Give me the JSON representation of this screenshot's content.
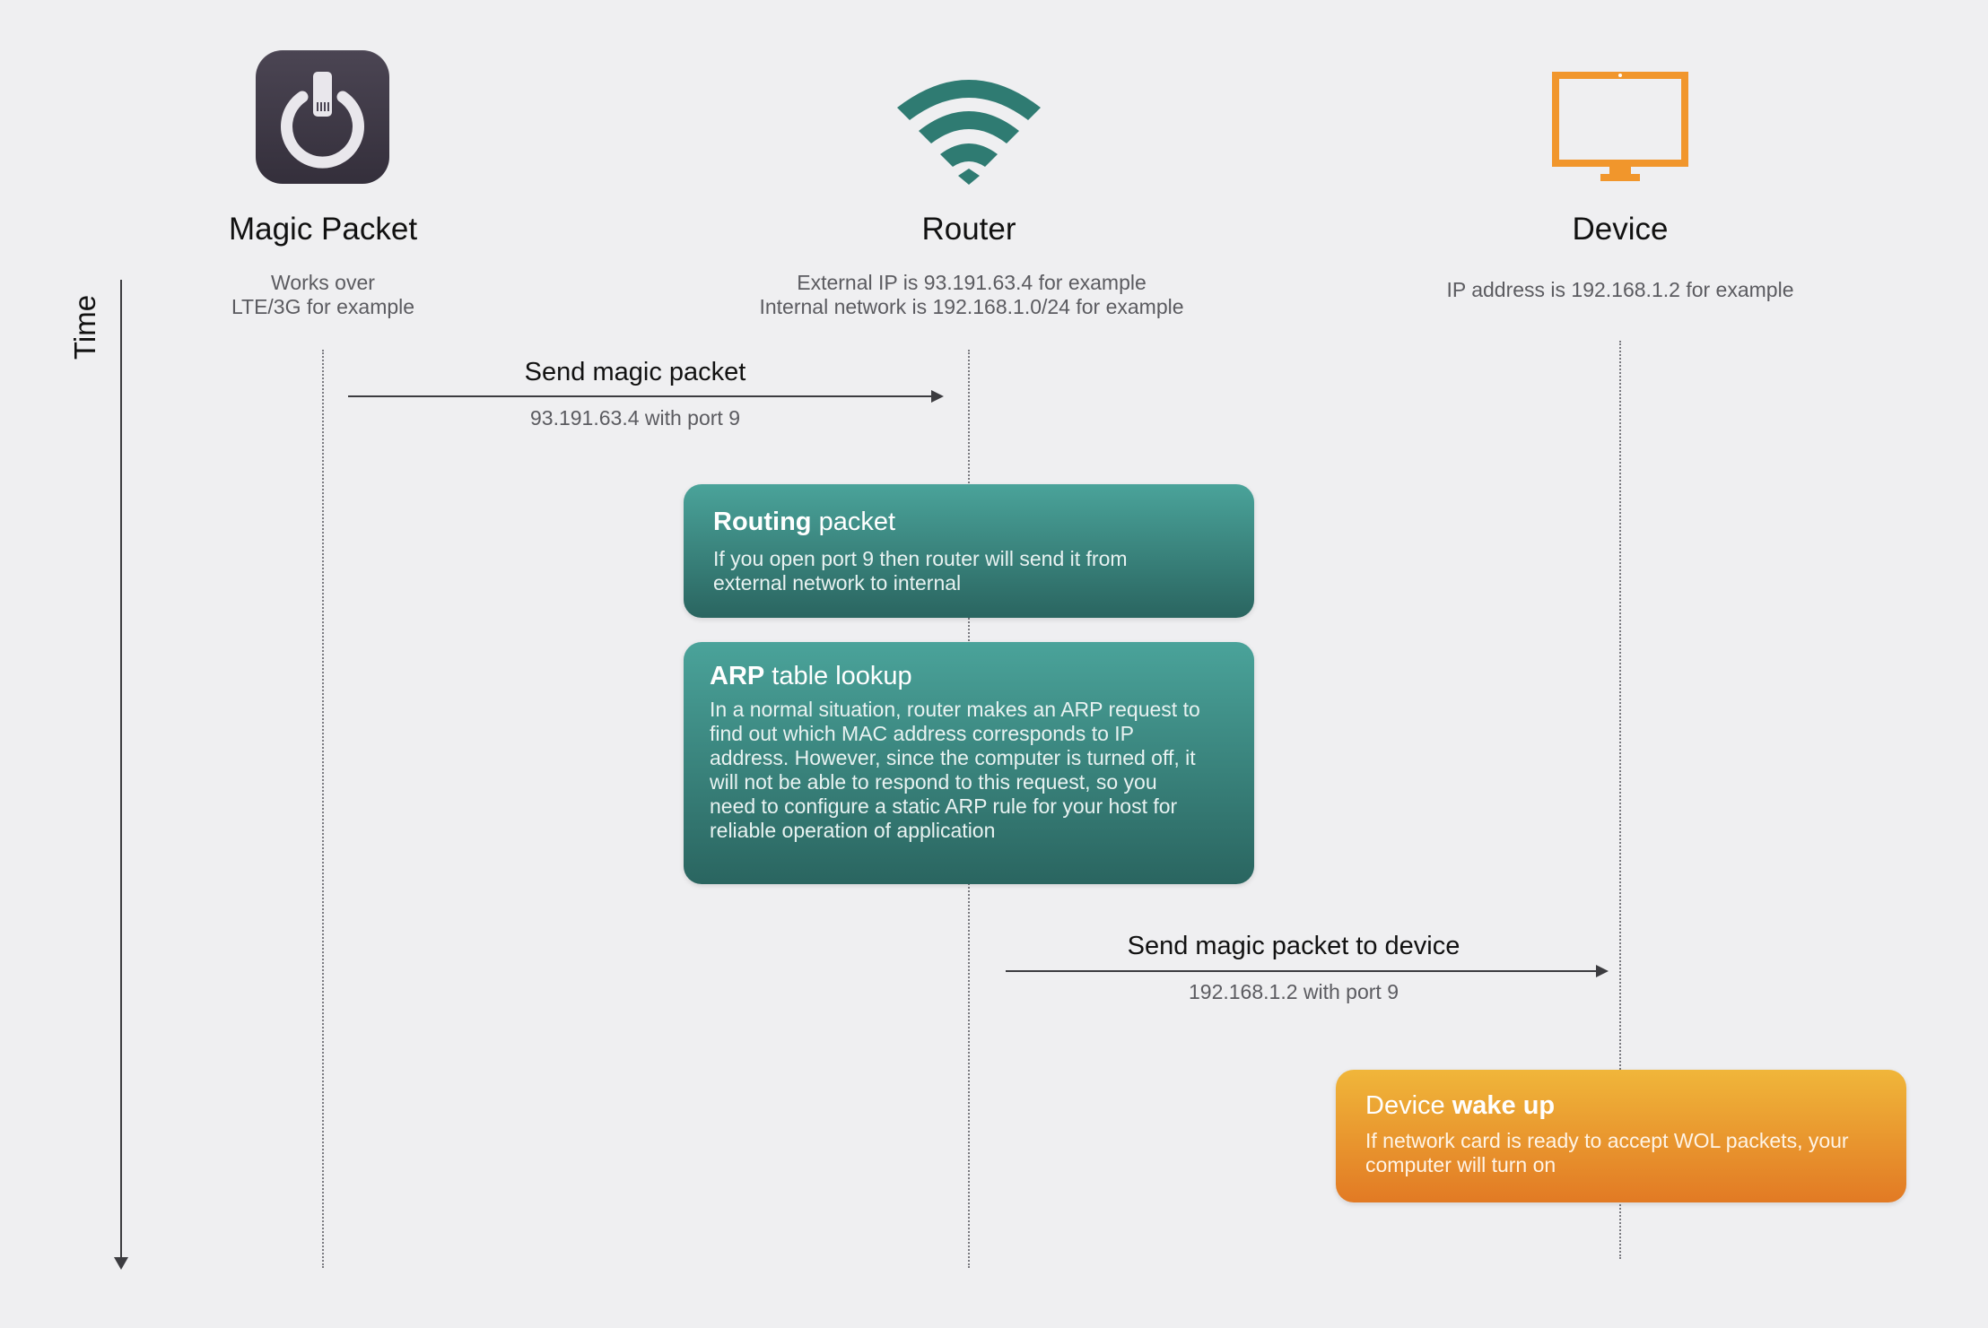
{
  "colors": {
    "background": "#efeff1",
    "teal": "#2f736c",
    "orange": "#f1962c",
    "app_icon": "#3d3845"
  },
  "time_axis": {
    "label": "Time"
  },
  "participants": [
    {
      "icon": "power-button-app-icon",
      "title": "Magic Packet",
      "desc_lines": [
        "Works over",
        "LTE/3G for example"
      ]
    },
    {
      "icon": "wifi-icon",
      "title": "Router",
      "desc_lines": [
        "External IP is 93.191.63.4 for example",
        "Internal network is 192.168.1.0/24 for example"
      ]
    },
    {
      "icon": "monitor-icon",
      "title": "Device",
      "desc_lines": [
        "IP address is 192.168.1.2 for example"
      ]
    }
  ],
  "messages": [
    {
      "label": "Send magic packet",
      "sub": "93.191.63.4 with port 9"
    },
    {
      "label": "Send magic packet to device",
      "sub": "192.168.1.2 with port 9"
    }
  ],
  "boxes": {
    "routing": {
      "title_bold": "Routing",
      "title_rest": " packet",
      "body_lines": [
        "If you open port 9 then router will send it from",
        "external network to internal"
      ]
    },
    "arp": {
      "title_bold": "ARP",
      "title_rest": " table lookup",
      "body_lines": [
        "In a normal situation, router makes an ARP request to",
        "find out which MAC address corresponds to IP",
        "address. However, since the computer is turned off, it",
        "will not be able to respond to this request, so you",
        "need to configure a static ARP rule for your host for",
        "reliable operation of application"
      ]
    },
    "wake": {
      "title_rest_before": "Device ",
      "title_bold": "wake up",
      "body_lines": [
        "If network card is ready to accept WOL packets, your",
        "computer will turn on"
      ]
    }
  }
}
